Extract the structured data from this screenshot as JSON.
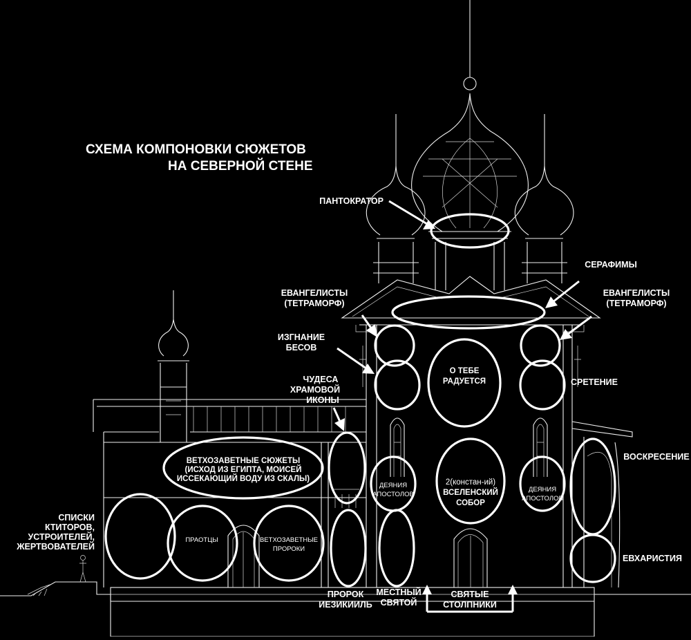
{
  "title": {
    "line1": "СХЕМА КОМПОНОВКИ СЮЖЕТОВ",
    "line2": "НА СЕВЕРНОЙ СТЕНЕ"
  },
  "labels": {
    "pantokrator": "ПАНТОКРАТОР",
    "serafimy": "СЕРАФИМЫ",
    "evangelisty_left_1": "ЕВАНГЕЛИСТЫ",
    "evangelisty_left_2": "(ТЕТРАМОРФ)",
    "evangelisty_right_1": "ЕВАНГЕЛИСТЫ",
    "evangelisty_right_2": "(ТЕТРАМОРФ)",
    "izgnanie_1": "ИЗГНАНИЕ",
    "izgnanie_2": "БЕСОВ",
    "chudesa_1": "ЧУДЕСА",
    "chudesa_2": "ХРАМОВОЙ",
    "chudesa_3": "ИКОНЫ",
    "sretenie": "СРЕТЕНИЕ",
    "voskresenie": "ВОСКРЕСЕНИЕ",
    "evharistiya": "ЕВХАРИСТИЯ",
    "spiski_1": "СПИСКИ",
    "spiski_2": "КТИТОРОВ,",
    "spiski_3": "УСТРОИТЕЛЕЙ,",
    "spiski_4": "ЖЕРТВОВАТЕЛЕЙ",
    "prorok_1": "ПРОРОК",
    "prorok_2": "ИЕЗИКИИЛЬ",
    "mestny_1": "МЕСТНЫЙ",
    "mestny_2": "СВЯТОЙ",
    "stolpniki_1": "СВЯТЫЕ",
    "stolpniki_2": "СТОЛПНИКИ"
  },
  "inner_labels": {
    "o_tebe_1": "О ТЕБЕ",
    "o_tebe_2": "РАДУЕТСЯ",
    "vethoz_1": "ВЕТХОЗАВЕТНЫЕ СЮЖЕТЫ",
    "vethoz_2": "(ИСХОД ИЗ ЕГИПТА, МОИСЕЙ",
    "vethoz_3": "ИССЕКАЮЩИЙ ВОДУ ИЗ СКАЛЫ)",
    "deyaniya_left_1": "ДЕЯНИЯ",
    "deyaniya_left_2": "АПОСТОЛОВ",
    "deyaniya_right_1": "ДЕЯНИЯ",
    "deyaniya_right_2": "АПОСТОЛОВ",
    "sobor_1": "2(констан-ий)",
    "sobor_2": "ВСЕЛЕНСКИЙ",
    "sobor_3": "СОБОР",
    "praottsy": "ПРАОТЦЫ",
    "proroki_1": "ВЕТХОЗАВЕТНЫЕ",
    "proroki_2": "ПРОРОКИ"
  },
  "colors": {
    "background": "#000000",
    "line": "#ffffff"
  }
}
